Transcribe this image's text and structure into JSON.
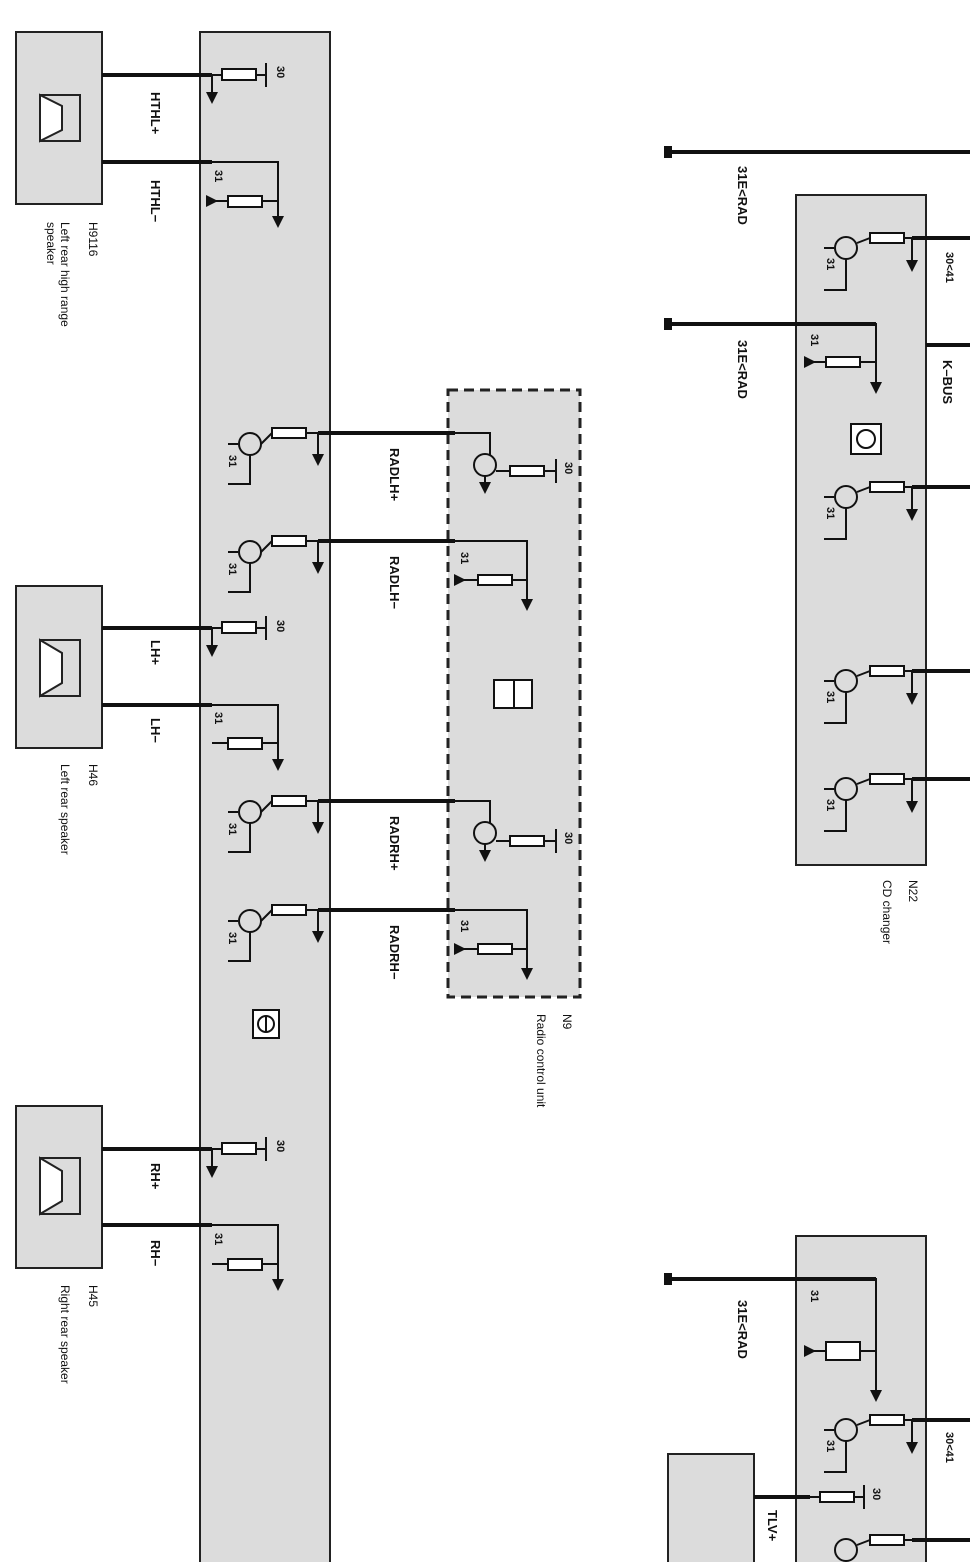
{
  "components": {
    "h9116": {
      "code": "H9116",
      "name": "Left rear high range",
      "name2": "speaker"
    },
    "h46": {
      "code": "H46",
      "name": "Left rear speaker"
    },
    "h45": {
      "code": "H45",
      "name": "Right rear speaker"
    },
    "n9": {
      "code": "N9",
      "name": "Radio control unit"
    },
    "n22": {
      "code": "N22",
      "name": "CD changer"
    }
  },
  "signals": {
    "htdl_plus": "HTHL+",
    "htdl_minus": "HTHL−",
    "lh_plus": "LH+",
    "lh_minus": "LH−",
    "rh_plus": "RH+",
    "rh_minus": "RH−",
    "radlh_plus": "RADLH+",
    "radlh_minus": "RADLH−",
    "radrh_plus": "RADRH+",
    "radrh_minus": "RADRH−",
    "e31_rad_1": "31E<RAD",
    "e31_rad_2": "31E<RAD",
    "e31_rad_3": "31E<RAD",
    "kbus": "K–BUS",
    "p30_41_a": "30<41",
    "p30_41_b": "30<41",
    "tlv_plus": "TLV+"
  },
  "pins": {
    "p30": "30",
    "p31": "31"
  }
}
